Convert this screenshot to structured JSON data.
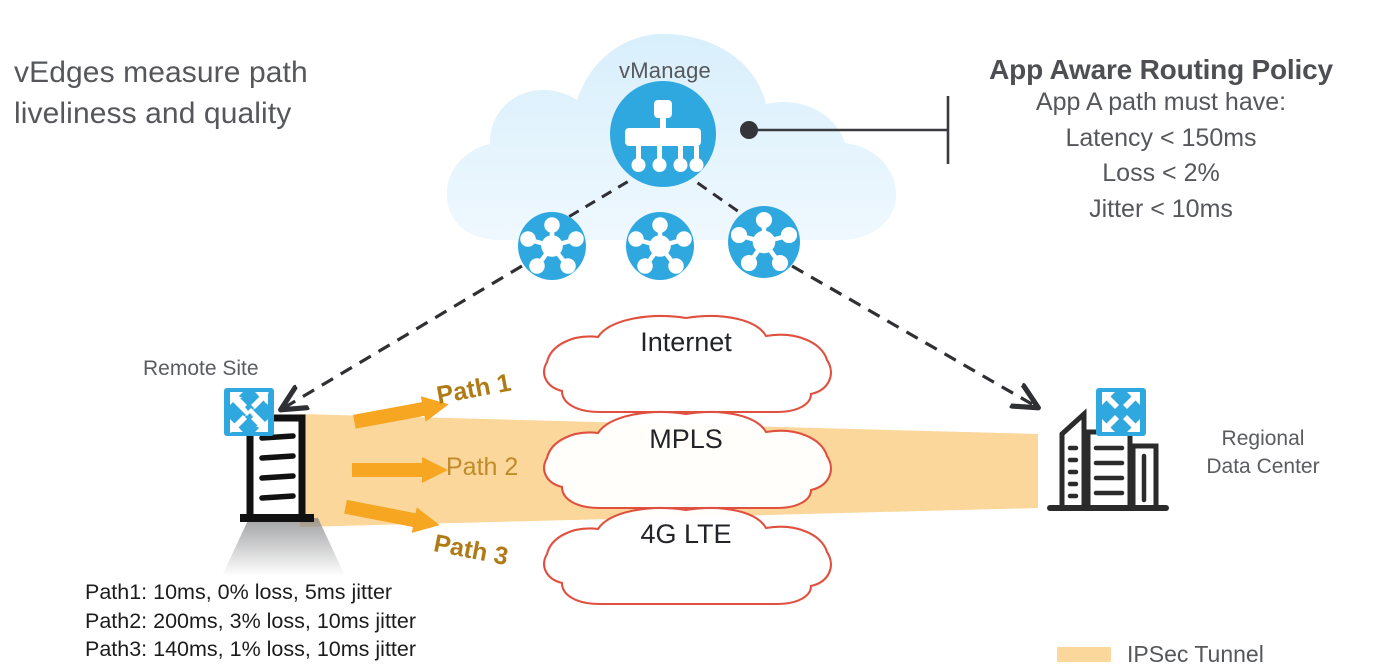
{
  "diagram": {
    "title_text": "vEdges measure path\nliveliness and quality",
    "intro_line1": "vEdges measure path",
    "intro_line2": "liveliness and quality"
  },
  "policy": {
    "title": "App Aware Routing Policy",
    "lines": [
      "App A path must have:",
      "Latency < 150ms",
      "Loss < 2%",
      "Jitter < 10ms"
    ]
  },
  "controller": {
    "cloud_label": "vManage",
    "vmanage_icon": "vmanage-controller-icon",
    "vsmart_icons": [
      "vsmart-controller-icon",
      "vsmart-controller-icon",
      "vsmart-controller-icon"
    ]
  },
  "sites": {
    "remote": {
      "label": "Remote Site",
      "router_icon": "cisco-router-icon",
      "building_icon": "office-building-icon"
    },
    "datacenter": {
      "label_line1": "Regional",
      "label_line2": "Data Center",
      "router_icon": "cisco-router-icon",
      "building_icon": "datacenter-buildings-icon"
    }
  },
  "transports": [
    {
      "name": "Internet",
      "path_label": "Path 1"
    },
    {
      "name": "MPLS",
      "path_label": "Path 2"
    },
    {
      "name": "4G LTE",
      "path_label": "Path 3"
    }
  ],
  "path_labels": {
    "path1": "Path 1",
    "path2": "Path 2",
    "path3": "Path 3"
  },
  "path_stats": [
    "Path1: 10ms, 0% loss, 5ms jitter",
    "Path2: 200ms, 3% loss, 10ms jitter",
    "Path3: 140ms, 1% loss, 10ms jitter"
  ],
  "legend": {
    "label": "IPSec Tunnel",
    "swatch_color": "#fbd79b"
  },
  "colors": {
    "cisco_blue": "#2fa8e0",
    "cloud_fill": "#cfeafb",
    "tunnel_band": "#fbd79b",
    "tunnel_band_strong": "#f9cc7e",
    "arrow_orange": "#f6a621",
    "cloud_outline": "#e0503f",
    "text_gray": "#55575b",
    "text_dark": "#1c1c1c",
    "path_label_gold": "#b07b16",
    "dashed_line": "#2f3033"
  }
}
